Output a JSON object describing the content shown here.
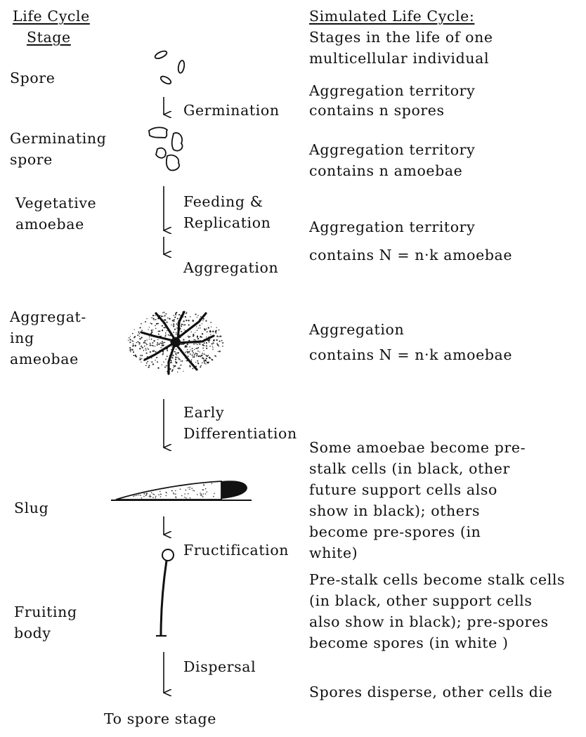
{
  "left_header": [
    "Life Cycle",
    "Stage"
  ],
  "right_header": {
    "title": "Simulated Life Cycle:",
    "subtitle_lines": [
      "Stages in the life of one",
      "multicellular individual"
    ]
  },
  "stages": [
    {
      "id": "spore",
      "lines": [
        "Spore"
      ]
    },
    {
      "id": "germinating-spore",
      "lines": [
        "Germinating",
        "spore"
      ]
    },
    {
      "id": "vegetative-amoebae",
      "lines": [
        "Vegetative",
        "amoebae"
      ]
    },
    {
      "id": "aggregating-ameobae",
      "lines": [
        "Aggregat-",
        "ing",
        "ameobae"
      ]
    },
    {
      "id": "slug",
      "lines": [
        "Slug"
      ]
    },
    {
      "id": "fruiting-body",
      "lines": [
        "Fruiting",
        "body"
      ]
    }
  ],
  "transitions": [
    {
      "id": "germination",
      "lines": [
        "Germination"
      ]
    },
    {
      "id": "feeding-replication",
      "lines": [
        "Feeding &",
        "Replication"
      ]
    },
    {
      "id": "aggregation",
      "lines": [
        "Aggregation"
      ]
    },
    {
      "id": "early-differentiation",
      "lines": [
        "Early",
        "Differentiation"
      ]
    },
    {
      "id": "fructification",
      "lines": [
        "Fructification"
      ]
    },
    {
      "id": "dispersal",
      "lines": [
        "Dispersal"
      ]
    }
  ],
  "descriptions": [
    {
      "id": "spores-territory",
      "lines": [
        "Aggregation territory",
        "contains n spores"
      ]
    },
    {
      "id": "amoebae-territory",
      "lines": [
        "Aggregation territory",
        "contains n amoebae"
      ]
    },
    {
      "id": "replicated-territory",
      "lines": [
        "Aggregation territory",
        "contains N = n·k amoebae"
      ]
    },
    {
      "id": "aggregation",
      "lines": [
        "Aggregation",
        "contains N = n·k amoebae"
      ]
    },
    {
      "id": "differentiation",
      "lines": [
        "Some amoebae become pre-",
        "stalk cells  (in black, other",
        "future support cells also",
        "show in black); others",
        "become pre-spores (in",
        "white)"
      ]
    },
    {
      "id": "fruiting",
      "lines": [
        "Pre-stalk cells become stalk cells",
        "(in black, other support cells",
        "also show in black); pre-spores",
        "become spores (in white )"
      ]
    },
    {
      "id": "dispersal",
      "lines": [
        "Spores disperse, other cells die"
      ]
    }
  ],
  "footer": "To spore stage"
}
